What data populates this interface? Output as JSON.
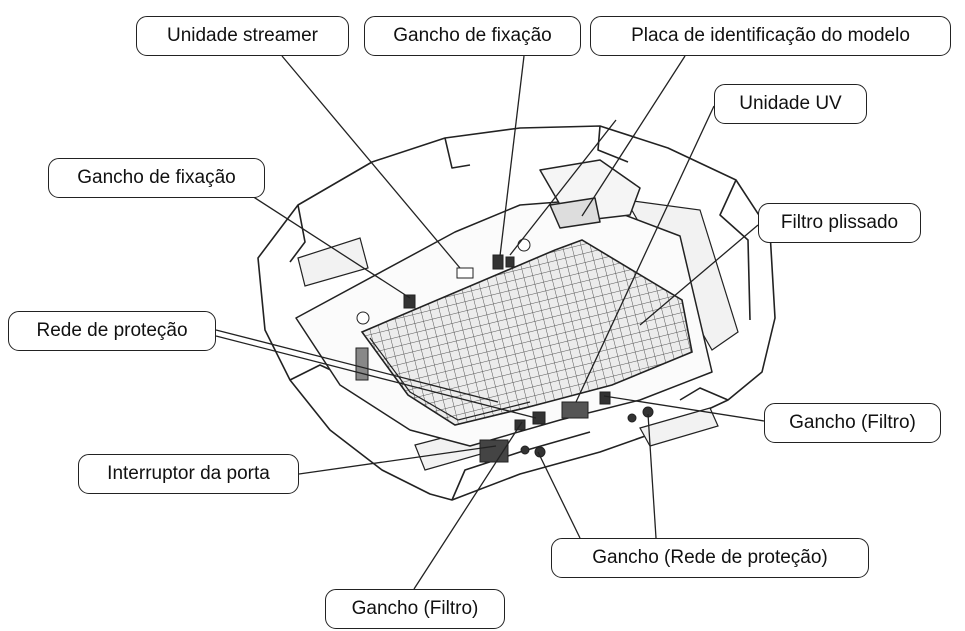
{
  "colors": {
    "ink": "#222222",
    "background": "#ffffff",
    "grille_fill": "#e9e9e9"
  },
  "labels": {
    "unidade_streamer": "Unidade streamer",
    "gancho_fixacao_top": "Gancho de fixação",
    "placa_identificacao": "Placa de identificação do modelo",
    "unidade_uv": "Unidade UV",
    "gancho_fixacao_left": "Gancho de fixação",
    "filtro_plissado": "Filtro plissado",
    "rede_protecao": "Rede de proteção",
    "gancho_filtro_right": "Gancho (Filtro)",
    "interruptor_porta": "Interruptor da porta",
    "gancho_rede_protecao": "Gancho (Rede de proteção)",
    "gancho_filtro_bottom": "Gancho (Filtro)"
  }
}
